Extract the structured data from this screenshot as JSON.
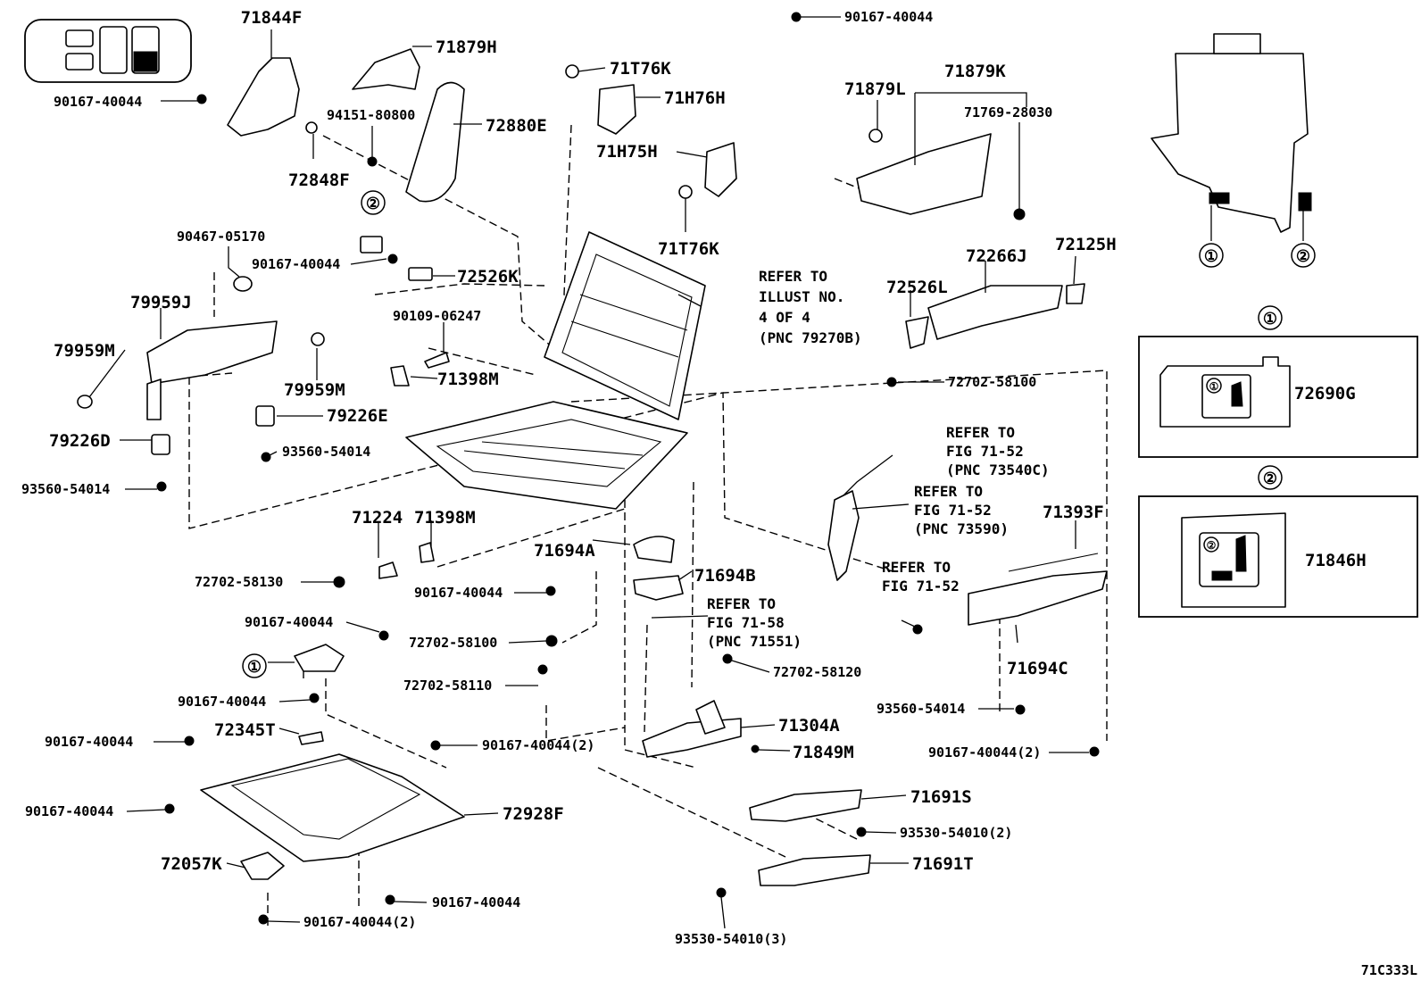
{
  "diagram_code": "71C333L",
  "callout_marks": {
    "one": "①",
    "two": "②"
  },
  "parts": [
    {
      "id": "p01",
      "text": "71844F"
    },
    {
      "id": "p02",
      "text": "90167-40044"
    },
    {
      "id": "p03",
      "text": "71879H"
    },
    {
      "id": "p04",
      "text": "94151-80800"
    },
    {
      "id": "p05",
      "text": "72848F"
    },
    {
      "id": "p06",
      "text": "72880E"
    },
    {
      "id": "p07",
      "text": "71T76K"
    },
    {
      "id": "p08",
      "text": "71H76H"
    },
    {
      "id": "p09",
      "text": "71H75H"
    },
    {
      "id": "p10",
      "text": "71T76K"
    },
    {
      "id": "p11",
      "text": "90167-40044"
    },
    {
      "id": "p12",
      "text": "71879L"
    },
    {
      "id": "p13",
      "text": "71879K"
    },
    {
      "id": "p14",
      "text": "71769-28030"
    },
    {
      "id": "p15",
      "text": "90467-05170"
    },
    {
      "id": "p16",
      "text": "90167-40044"
    },
    {
      "id": "p17",
      "text": "72526K"
    },
    {
      "id": "p18",
      "text": "79959J"
    },
    {
      "id": "p19",
      "text": "79959M"
    },
    {
      "id": "p20",
      "text": "90109-06247"
    },
    {
      "id": "p21",
      "text": "71398M"
    },
    {
      "id": "p22",
      "text": "79959M"
    },
    {
      "id": "p23",
      "text": "79226E"
    },
    {
      "id": "p24",
      "text": "79226D"
    },
    {
      "id": "p25",
      "text": "93560-54014"
    },
    {
      "id": "p26",
      "text": "93560-54014"
    },
    {
      "id": "p27",
      "text": "72526L"
    },
    {
      "id": "p28",
      "text": "72266J"
    },
    {
      "id": "p29",
      "text": "72125H"
    },
    {
      "id": "p30",
      "text": "72702-58100"
    },
    {
      "id": "p31",
      "text": "71224"
    },
    {
      "id": "p32",
      "text": "71398M"
    },
    {
      "id": "p33",
      "text": "71694A"
    },
    {
      "id": "p34",
      "text": "72702-58130"
    },
    {
      "id": "p35",
      "text": "71694B"
    },
    {
      "id": "p36",
      "text": "90167-40044"
    },
    {
      "id": "p37",
      "text": "71393F"
    },
    {
      "id": "p38",
      "text": "90167-40044"
    },
    {
      "id": "p39",
      "text": "72702-58100"
    },
    {
      "id": "p40",
      "text": "72702-58120"
    },
    {
      "id": "p41",
      "text": "72702-58110"
    },
    {
      "id": "p42",
      "text": "90167-40044"
    },
    {
      "id": "p43",
      "text": "71694C"
    },
    {
      "id": "p44",
      "text": "93560-54014"
    },
    {
      "id": "p45",
      "text": "72345T"
    },
    {
      "id": "p46",
      "text": "71304A"
    },
    {
      "id": "p47",
      "text": "90167-40044"
    },
    {
      "id": "p48",
      "text": "90167-40044(2)"
    },
    {
      "id": "p49",
      "text": "71849M"
    },
    {
      "id": "p50",
      "text": "90167-40044(2)"
    },
    {
      "id": "p51",
      "text": "71691S"
    },
    {
      "id": "p52",
      "text": "90167-40044"
    },
    {
      "id": "p53",
      "text": "72928F"
    },
    {
      "id": "p54",
      "text": "93530-54010(2)"
    },
    {
      "id": "p55",
      "text": "72057K"
    },
    {
      "id": "p56",
      "text": "71691T"
    },
    {
      "id": "p57",
      "text": "90167-40044"
    },
    {
      "id": "p58",
      "text": "90167-40044(2)"
    },
    {
      "id": "p59",
      "text": "93530-54010(3)"
    },
    {
      "id": "p60",
      "text": "72690G"
    },
    {
      "id": "p61",
      "text": "71846H"
    }
  ],
  "references": [
    {
      "id": "r1",
      "lines": [
        "REFER TO",
        "ILLUST NO.",
        "4 OF 4",
        "(PNC 79270B)"
      ]
    },
    {
      "id": "r2",
      "lines": [
        "REFER TO",
        "FIG 71-52",
        "(PNC 73540C)"
      ]
    },
    {
      "id": "r3",
      "lines": [
        "REFER TO",
        "FIG 71-52",
        "(PNC 73590)"
      ]
    },
    {
      "id": "r4",
      "lines": [
        "REFER TO",
        "FIG 71-52"
      ]
    },
    {
      "id": "r5",
      "lines": [
        "REFER TO",
        "FIG 71-58",
        "(PNC 71551)"
      ]
    }
  ]
}
